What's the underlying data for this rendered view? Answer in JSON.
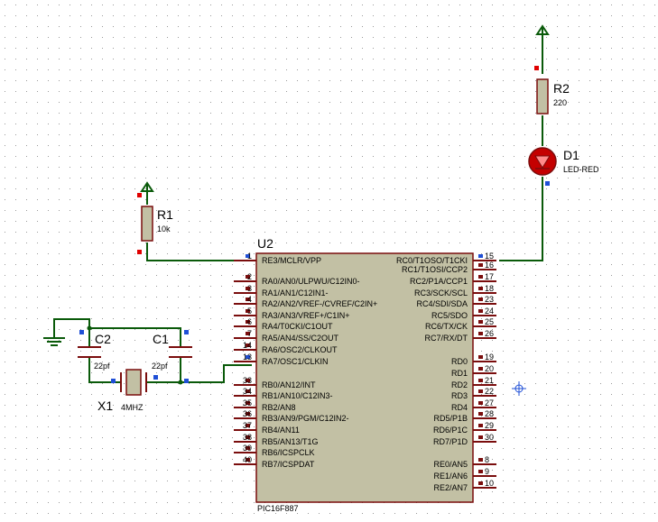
{
  "chip": {
    "ref": "U2",
    "part": "PIC16F887",
    "left_pins": [
      {
        "num": "1",
        "name": "RE3/MCLR/VPP",
        "connected": true
      },
      {
        "num": "2",
        "name": "RA0/AN0/ULPWU/C12IN0-"
      },
      {
        "num": "3",
        "name": "RA1/AN1/C12IN1-"
      },
      {
        "num": "4",
        "name": "RA2/AN2/VREF-/CVREF/C2IN+"
      },
      {
        "num": "5",
        "name": "RA3/AN3/VREF+/C1IN+"
      },
      {
        "num": "6",
        "name": "RA4/T0CKI/C1OUT"
      },
      {
        "num": "7",
        "name": "RA5/AN4/SS/C2OUT"
      },
      {
        "num": "14",
        "name": "RA6/OSC2/CLKOUT"
      },
      {
        "num": "13",
        "name": "RA7/OSC1/CLKIN",
        "connected": true
      },
      {
        "num": "33",
        "name": "RB0/AN12/INT"
      },
      {
        "num": "34",
        "name": "RB1/AN10/C12IN3-"
      },
      {
        "num": "35",
        "name": "RB2/AN8"
      },
      {
        "num": "36",
        "name": "RB3/AN9/PGM/C12IN2-"
      },
      {
        "num": "37",
        "name": "RB4/AN11"
      },
      {
        "num": "38",
        "name": "RB5/AN13/T1G"
      },
      {
        "num": "39",
        "name": "RB6/ICSPCLK"
      },
      {
        "num": "40",
        "name": "RB7/ICSPDAT"
      }
    ],
    "right_pins": [
      {
        "num": "15",
        "name": "RC0/T1OSO/T1CKI",
        "connected": true
      },
      {
        "num": "16",
        "name": "RC1/T1OSI/CCP2"
      },
      {
        "num": "17",
        "name": "RC2/P1A/CCP1"
      },
      {
        "num": "18",
        "name": "RC3/SCK/SCL"
      },
      {
        "num": "23",
        "name": "RC4/SDI/SDA"
      },
      {
        "num": "24",
        "name": "RC5/SDO"
      },
      {
        "num": "25",
        "name": "RC6/TX/CK"
      },
      {
        "num": "26",
        "name": "RC7/RX/DT"
      },
      {
        "num": "19",
        "name": "RD0"
      },
      {
        "num": "20",
        "name": "RD1"
      },
      {
        "num": "21",
        "name": "RD2"
      },
      {
        "num": "22",
        "name": "RD3"
      },
      {
        "num": "27",
        "name": "RD4"
      },
      {
        "num": "28",
        "name": "RD5/P1B"
      },
      {
        "num": "29",
        "name": "RD6/P1C"
      },
      {
        "num": "30",
        "name": "RD7/P1D"
      },
      {
        "num": "8",
        "name": "RE0/AN5"
      },
      {
        "num": "9",
        "name": "RE1/AN6"
      },
      {
        "num": "10",
        "name": "RE2/AN7"
      }
    ]
  },
  "components": {
    "r1": {
      "ref": "R1",
      "value": "10k"
    },
    "r2": {
      "ref": "R2",
      "value": "220"
    },
    "d1": {
      "ref": "D1",
      "value": "LED-RED"
    },
    "c1": {
      "ref": "C1",
      "value": "22pf"
    },
    "c2": {
      "ref": "C2",
      "value": "22pf"
    },
    "x1": {
      "ref": "X1",
      "value": "4MHZ"
    }
  },
  "colors": {
    "wire": "#0a5a0a",
    "body": "#c2c0a4",
    "outline": "#7a0d0d",
    "pin_connected": "#1f4fd6",
    "pin_unconnected": "#7a0d0d",
    "label": "#000000"
  }
}
